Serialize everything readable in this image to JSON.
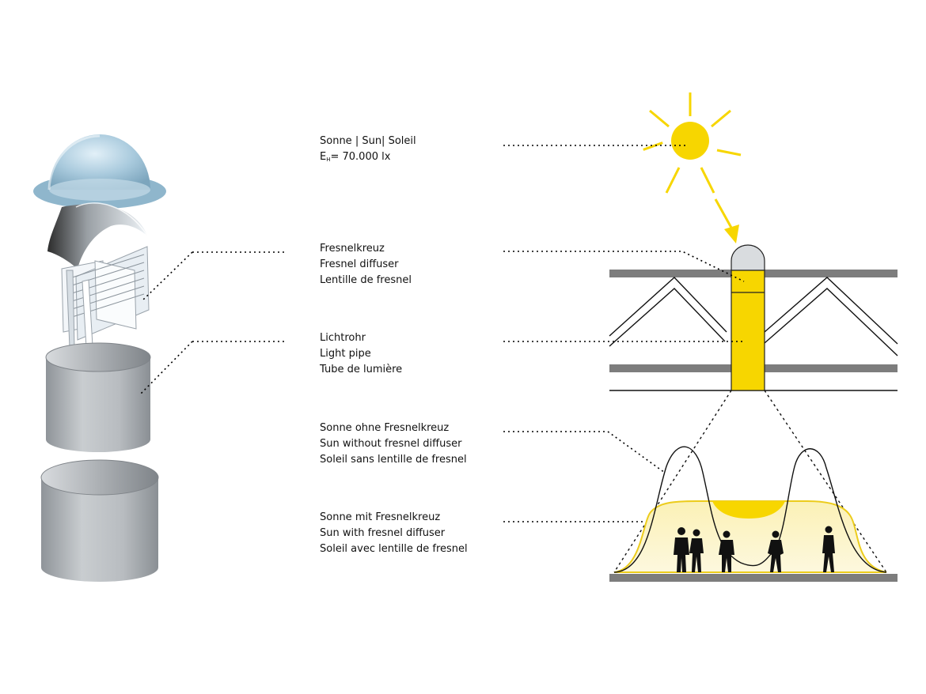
{
  "labels": {
    "sun": {
      "line1": "Sonne | Sun| Soleil",
      "lux_symbol": "E",
      "lux_subscript": "H",
      "lux_value": "= 70.000 lx"
    },
    "fresnel": [
      "Fresnelkreuz",
      "Fresnel diffuser",
      "Lentille de fresnel"
    ],
    "lightpipe": [
      "Lichtrohr",
      "Light pipe",
      "Tube de lumière"
    ],
    "without": [
      "Sonne ohne Fresnelkreuz",
      "Sun without fresnel diffuser",
      "Soleil sans lentille de fresnel"
    ],
    "with": [
      "Sonne mit Fresnelkreuz",
      "Sun with fresnel diffuser",
      "Soleil avec lentille de fresnel"
    ]
  },
  "colors": {
    "sun": "#f7d600",
    "pipe": "#f7d600",
    "light_area": "#fbf3c4",
    "light_edge": "#eccc1c",
    "structure": "#7d7d7d",
    "dome": "#9ec3d8",
    "cylinder": "#b9bdc1"
  }
}
